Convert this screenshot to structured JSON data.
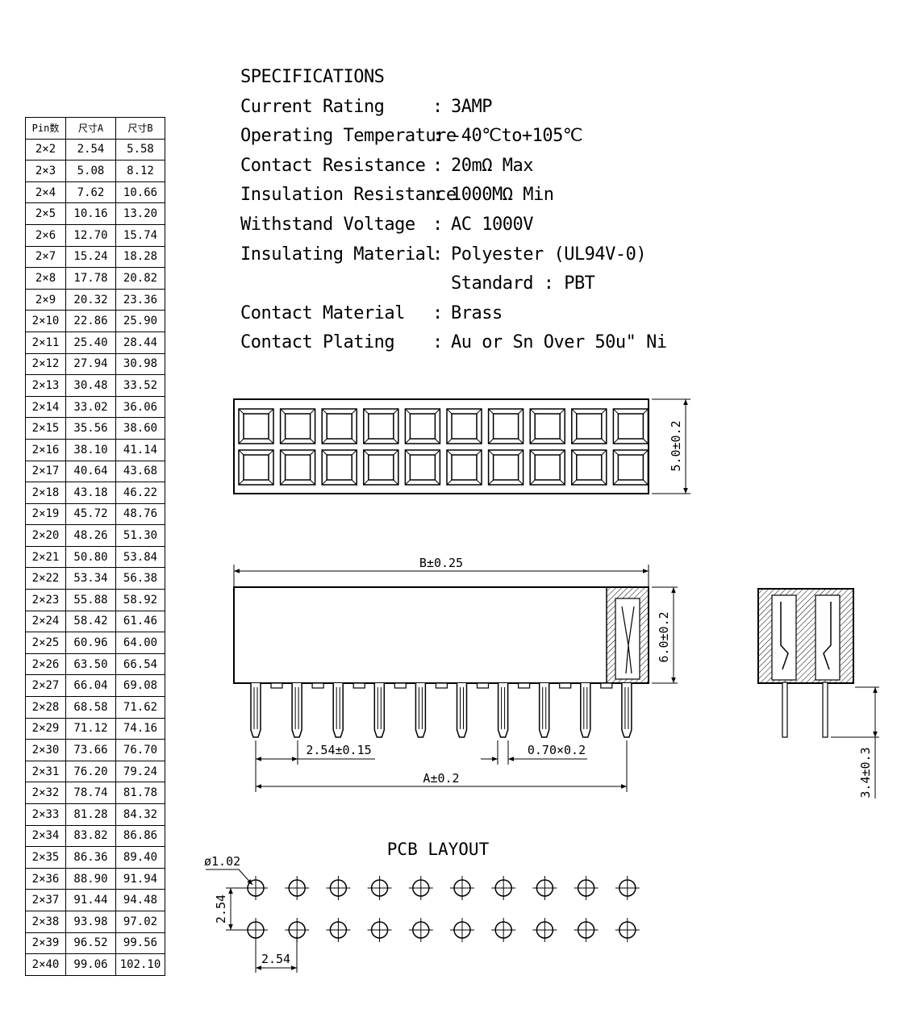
{
  "table": {
    "headers": [
      "Pin数",
      "尺寸A",
      "尺寸B"
    ],
    "rows": [
      [
        "2×2",
        "2.54",
        "5.58"
      ],
      [
        "2×3",
        "5.08",
        "8.12"
      ],
      [
        "2×4",
        "7.62",
        "10.66"
      ],
      [
        "2×5",
        "10.16",
        "13.20"
      ],
      [
        "2×6",
        "12.70",
        "15.74"
      ],
      [
        "2×7",
        "15.24",
        "18.28"
      ],
      [
        "2×8",
        "17.78",
        "20.82"
      ],
      [
        "2×9",
        "20.32",
        "23.36"
      ],
      [
        "2×10",
        "22.86",
        "25.90"
      ],
      [
        "2×11",
        "25.40",
        "28.44"
      ],
      [
        "2×12",
        "27.94",
        "30.98"
      ],
      [
        "2×13",
        "30.48",
        "33.52"
      ],
      [
        "2×14",
        "33.02",
        "36.06"
      ],
      [
        "2×15",
        "35.56",
        "38.60"
      ],
      [
        "2×16",
        "38.10",
        "41.14"
      ],
      [
        "2×17",
        "40.64",
        "43.68"
      ],
      [
        "2×18",
        "43.18",
        "46.22"
      ],
      [
        "2×19",
        "45.72",
        "48.76"
      ],
      [
        "2×20",
        "48.26",
        "51.30"
      ],
      [
        "2×21",
        "50.80",
        "53.84"
      ],
      [
        "2×22",
        "53.34",
        "56.38"
      ],
      [
        "2×23",
        "55.88",
        "58.92"
      ],
      [
        "2×24",
        "58.42",
        "61.46"
      ],
      [
        "2×25",
        "60.96",
        "64.00"
      ],
      [
        "2×26",
        "63.50",
        "66.54"
      ],
      [
        "2×27",
        "66.04",
        "69.08"
      ],
      [
        "2×28",
        "68.58",
        "71.62"
      ],
      [
        "2×29",
        "71.12",
        "74.16"
      ],
      [
        "2×30",
        "73.66",
        "76.70"
      ],
      [
        "2×31",
        "76.20",
        "79.24"
      ],
      [
        "2×32",
        "78.74",
        "81.78"
      ],
      [
        "2×33",
        "81.28",
        "84.32"
      ],
      [
        "2×34",
        "83.82",
        "86.86"
      ],
      [
        "2×35",
        "86.36",
        "89.40"
      ],
      [
        "2×36",
        "88.90",
        "91.94"
      ],
      [
        "2×37",
        "91.44",
        "94.48"
      ],
      [
        "2×38",
        "93.98",
        "97.02"
      ],
      [
        "2×39",
        "96.52",
        "99.56"
      ],
      [
        "2×40",
        "99.06",
        "102.10"
      ]
    ]
  },
  "specs": {
    "title": "SPECIFICATIONS",
    "items": [
      {
        "label": "Current Rating",
        "sep": ":",
        "value": "3AMP"
      },
      {
        "label": "Operating Temperature",
        "sep": ":",
        "value": "-40℃to+105℃"
      },
      {
        "label": "Contact Resistance",
        "sep": ":",
        "value": "20mΩ Max"
      },
      {
        "label": "Insulation Resistance",
        "sep": ":",
        "value": "1000MΩ Min"
      },
      {
        "label": "Withstand Voltage",
        "sep": ":",
        "value": "AC 1000V"
      },
      {
        "label": "Insulating Material",
        "sep": ":",
        "value": "Polyester (UL94V-0)"
      },
      {
        "label": "",
        "sep": "",
        "value": "Standard : PBT"
      },
      {
        "label": "Contact Material",
        "sep": ":",
        "value": "Brass"
      },
      {
        "label": "Contact Plating",
        "sep": ":",
        "value": "Au or Sn Over 50u\" Ni"
      }
    ]
  },
  "top_view": {
    "dim_height": "5.0±0.2",
    "rows": 2,
    "cols": 10
  },
  "side_view": {
    "dim_width": "B±0.25",
    "dim_height": "6.0±0.2",
    "dim_pitch": "2.54±0.15",
    "dim_pin": "0.70×0.2",
    "dim_span": "A±0.2",
    "pins": 10
  },
  "end_view": {
    "dim_tail": "3.4±0.3"
  },
  "pcb_layout": {
    "title": "PCB LAYOUT",
    "dim_hole": "ø1.02",
    "dim_row_pitch": "2.54",
    "dim_col_pitch": "2.54",
    "rows": 2,
    "cols": 10
  }
}
